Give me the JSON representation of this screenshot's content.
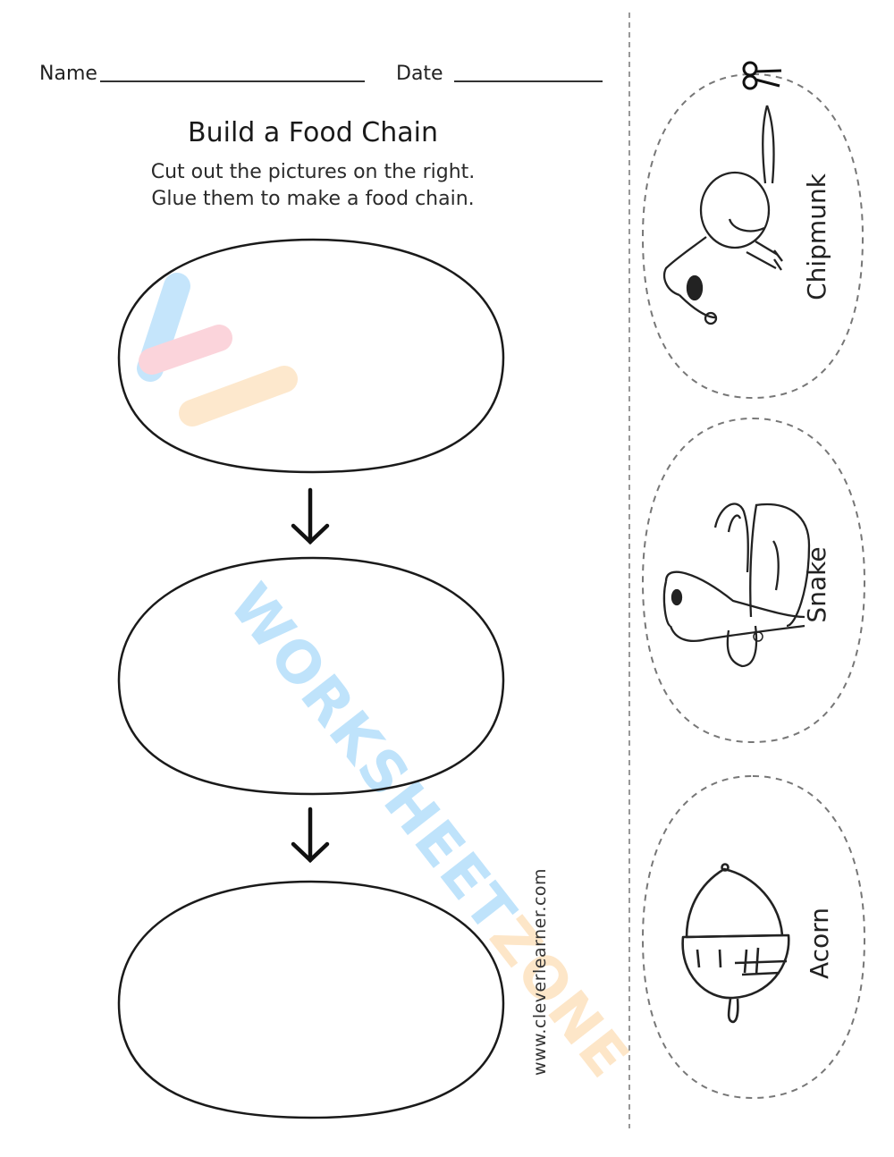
{
  "header": {
    "name_label": "Name",
    "date_label": "Date"
  },
  "worksheet": {
    "title": "Build a Food Chain",
    "instructions": [
      "Cut out the pictures on the right.",
      "Glue them to make a food chain."
    ],
    "frames": [
      {
        "id": "frame-1",
        "content": ""
      },
      {
        "id": "frame-2",
        "content": ""
      },
      {
        "id": "frame-3",
        "content": ""
      }
    ],
    "arrows": [
      "down-arrow",
      "down-arrow"
    ],
    "website": "www.cleverlearner.com"
  },
  "cutouts": {
    "scissors_icon": "scissors-icon",
    "cards": [
      {
        "label": "Chipmunk",
        "icon": "chipmunk-icon"
      },
      {
        "label": "Snake",
        "icon": "snake-icon"
      },
      {
        "label": "Acorn",
        "icon": "acorn-icon"
      }
    ]
  },
  "watermark": {
    "part1": "WORKSHEET",
    "part2": "ZONE",
    "colors": {
      "blue": "#bfe3fb",
      "pink": "#fbd0d8",
      "orange": "#fde6c8"
    }
  },
  "colors": {
    "ink": "#1a1a1a",
    "dashed": "#777777",
    "background": "#ffffff"
  }
}
